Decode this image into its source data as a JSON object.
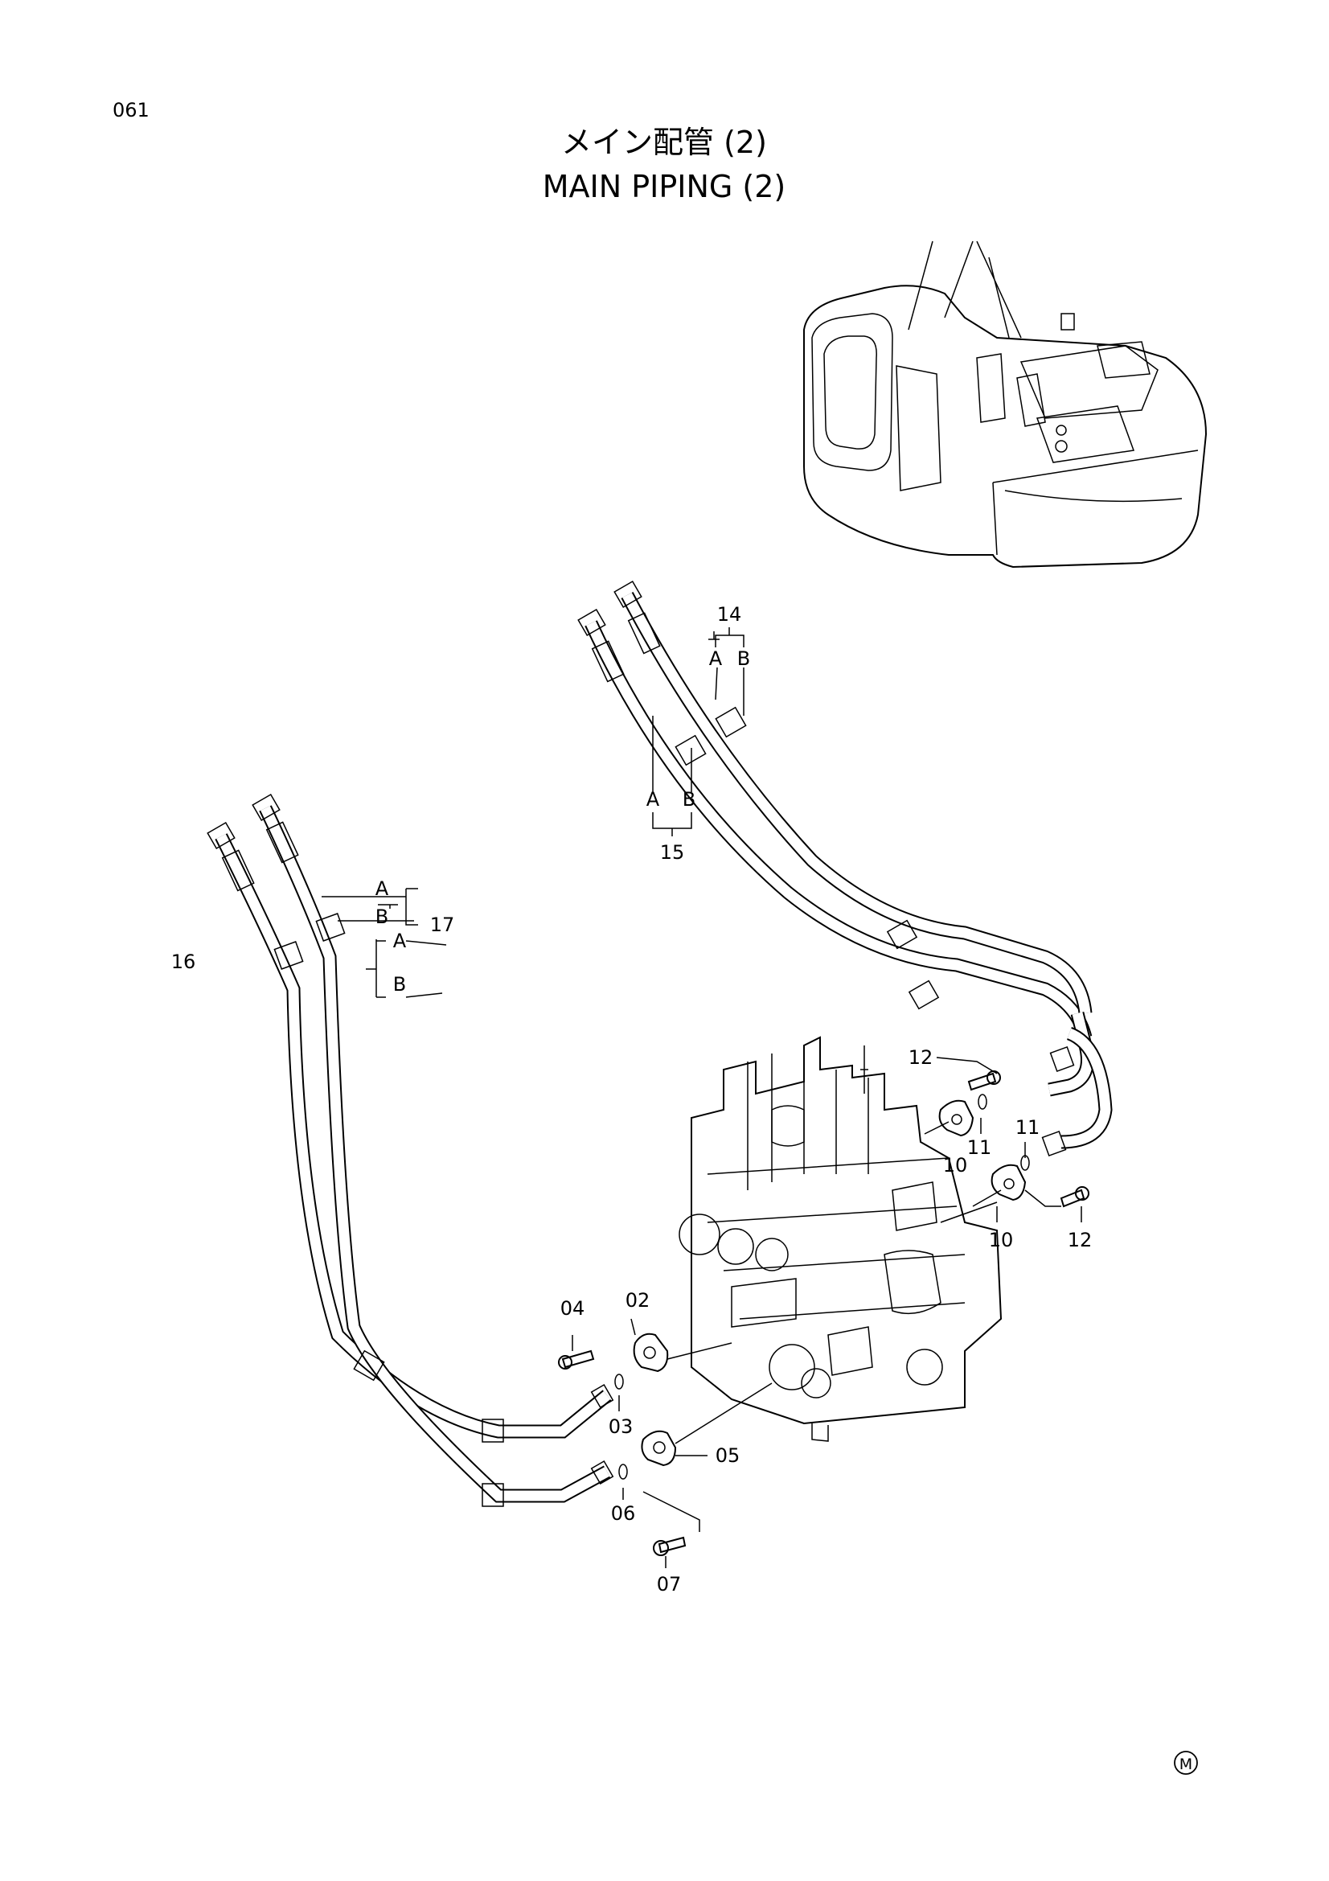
{
  "page": {
    "number": "061"
  },
  "title": {
    "japanese": "メイン配管 (2)",
    "english": "MAIN PIPING (2)"
  },
  "hose_groups": [
    {
      "id": "14",
      "a": "A",
      "b": "B"
    },
    {
      "id": "15",
      "a": "A",
      "b": "B"
    },
    {
      "id": "16",
      "a": "A",
      "b": "B"
    },
    {
      "id": "17",
      "a": "A",
      "b": "B"
    }
  ],
  "part_labels": [
    "02",
    "03",
    "04",
    "05",
    "06",
    "07",
    "10",
    "10",
    "11",
    "11",
    "12",
    "12"
  ],
  "mark": "M"
}
